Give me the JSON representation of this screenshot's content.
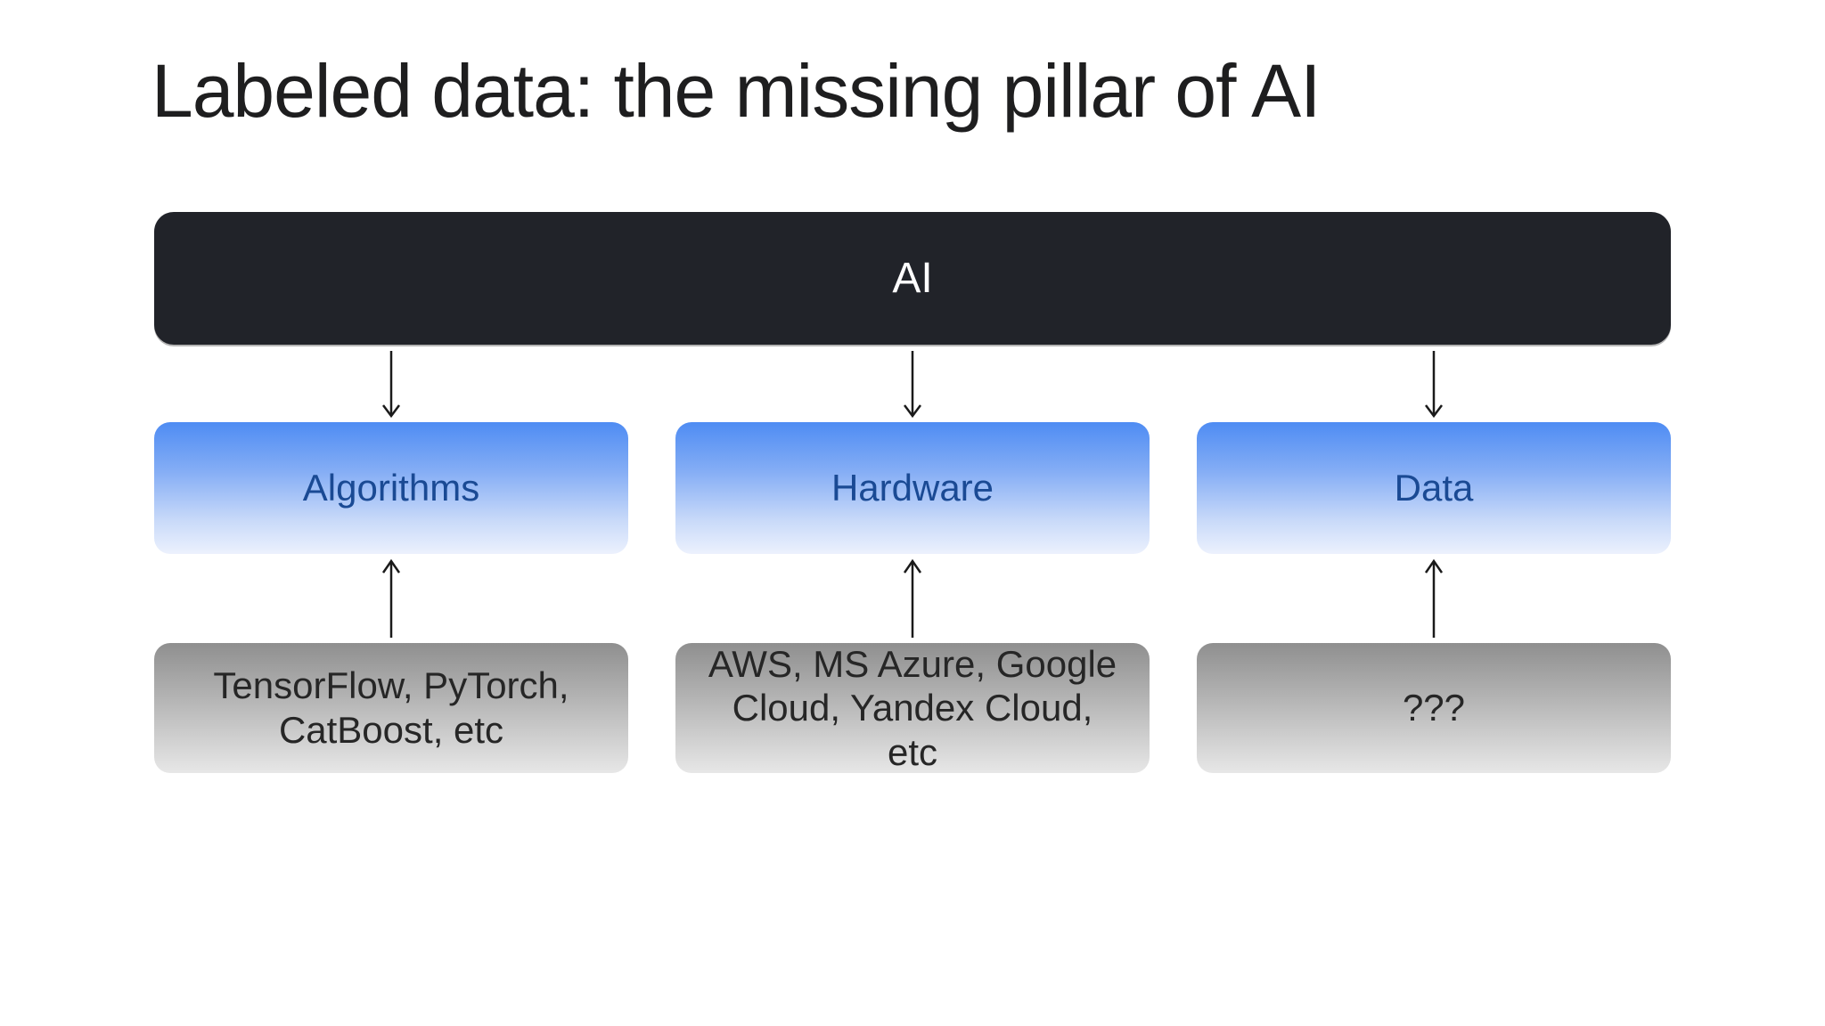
{
  "slide": {
    "title": "Labeled data: the missing pillar of AI"
  },
  "ai_box": {
    "label": "AI"
  },
  "pillars": [
    {
      "label": "Algorithms",
      "source": "TensorFlow, PyTorch, CatBoost, etc"
    },
    {
      "label": "Hardware",
      "source": "AWS, MS Azure, Google Cloud, Yandex Cloud, etc"
    },
    {
      "label": "Data",
      "source": "???"
    }
  ],
  "colors": {
    "background": "#ffffff",
    "title_text": "#1e1e1f",
    "ai_box_bg": "#212329",
    "ai_box_text": "#ffffff",
    "pillar_gradient_top": "#4e8cf3",
    "pillar_gradient_bottom": "#ecf1fd",
    "pillar_text": "#1a4a94",
    "source_gradient_top": "#8f8f8f",
    "source_gradient_bottom": "#e7e7e7",
    "source_text": "#262626",
    "arrow": "#1a1a1a"
  }
}
